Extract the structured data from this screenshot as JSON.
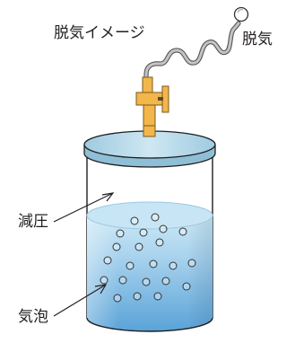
{
  "labels": {
    "image_title": "脱気イメージ",
    "degas": "脱気",
    "reduced_pressure": "減圧",
    "bubbles": "気泡"
  },
  "colors": {
    "glass_outline": "#1f1f1f",
    "lid_fill": "#b9dbe9",
    "water_top": "#bfe1f1",
    "water_bottom": "#5aa3d8",
    "valve_fill": "#f2b64b",
    "tube_fill": "#a9a9a9",
    "text": "#231f20"
  }
}
